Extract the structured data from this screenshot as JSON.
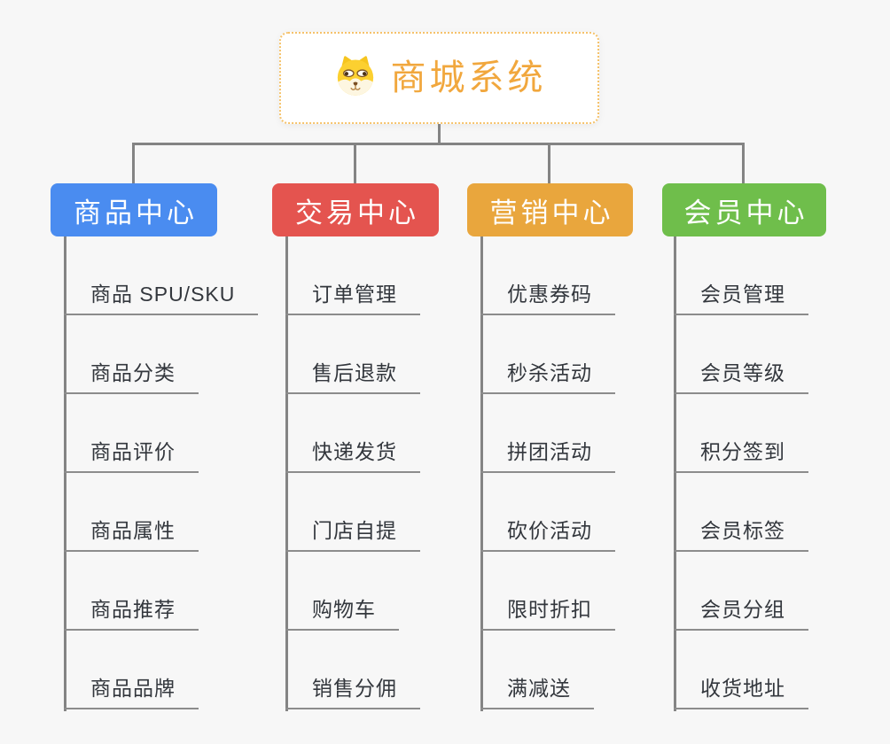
{
  "root": {
    "title": "商城系统",
    "icon": "shiba-dog-icon"
  },
  "branches": [
    {
      "id": "product-center",
      "label": "商品中心",
      "color": "#4A8CF0",
      "items": [
        "商品 SPU/SKU",
        "商品分类",
        "商品评价",
        "商品属性",
        "商品推荐",
        "商品品牌"
      ]
    },
    {
      "id": "trade-center",
      "label": "交易中心",
      "color": "#E4544F",
      "items": [
        "订单管理",
        "售后退款",
        "快递发货",
        "门店自提",
        "购物车",
        "销售分佣"
      ]
    },
    {
      "id": "marketing-center",
      "label": "营销中心",
      "color": "#E9A63D",
      "items": [
        "优惠券码",
        "秒杀活动",
        "拼团活动",
        "砍价活动",
        "限时折扣",
        "满减送"
      ]
    },
    {
      "id": "member-center",
      "label": "会员中心",
      "color": "#6FBE4B",
      "items": [
        "会员管理",
        "会员等级",
        "积分签到",
        "会员标签",
        "会员分组",
        "收货地址"
      ]
    }
  ],
  "colors": {
    "background": "#F7F7F7",
    "connector": "#848484",
    "underline": "#8C8C8C",
    "item_text": "#33373D",
    "root_text": "#F1A73D",
    "root_border": "#F5C26B",
    "node_label_text": "#FFFFFF"
  }
}
